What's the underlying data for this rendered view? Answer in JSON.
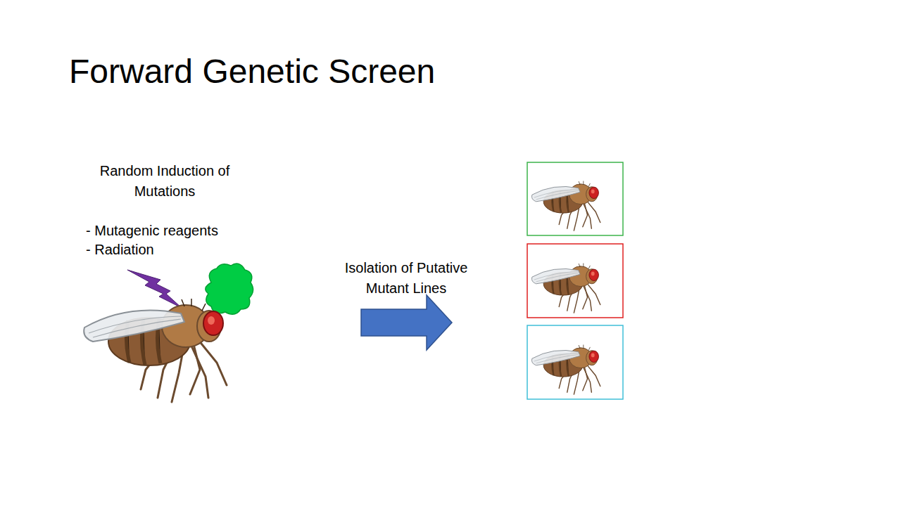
{
  "diagram": {
    "title": "Forward Genetic Screen",
    "labels": [
      "Random Induction of Mutations",
      "- Mutagenic reagents",
      "- Radiation",
      "Isolation of Putative Mutant Lines"
    ]
  }
}
